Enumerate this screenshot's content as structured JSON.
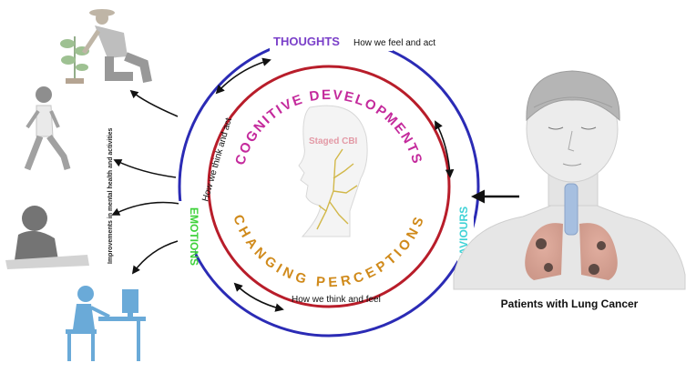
{
  "diagram": {
    "outer_labels": {
      "thoughts": "THOUGHTS",
      "thoughts_caption": "How we feel and act",
      "emotions": "EMOTIONS",
      "emotions_caption": "How we think and act",
      "behaviours": "BEHAVIOURS",
      "behaviours_caption": "How we think and feel"
    },
    "inner_text_top": "COGNITIVE DEVELOPMENTS",
    "inner_text_bottom": "CHANGING PERCEPTIONS",
    "center_label": "Staged CBI",
    "left_caption": "Improvements in mental health and activities",
    "patient_label": "Patients with Lung Cancer",
    "colors": {
      "outer_ring": "#2b2bb5",
      "inner_ring": "#b81d2a",
      "thoughts": "#7a3fc9",
      "emotions": "#3ed23a",
      "behaviours": "#3fd2d6",
      "cognitive": "#c42a9c",
      "perceptions": "#d08a1b",
      "center_label": "#e39aa6"
    }
  }
}
